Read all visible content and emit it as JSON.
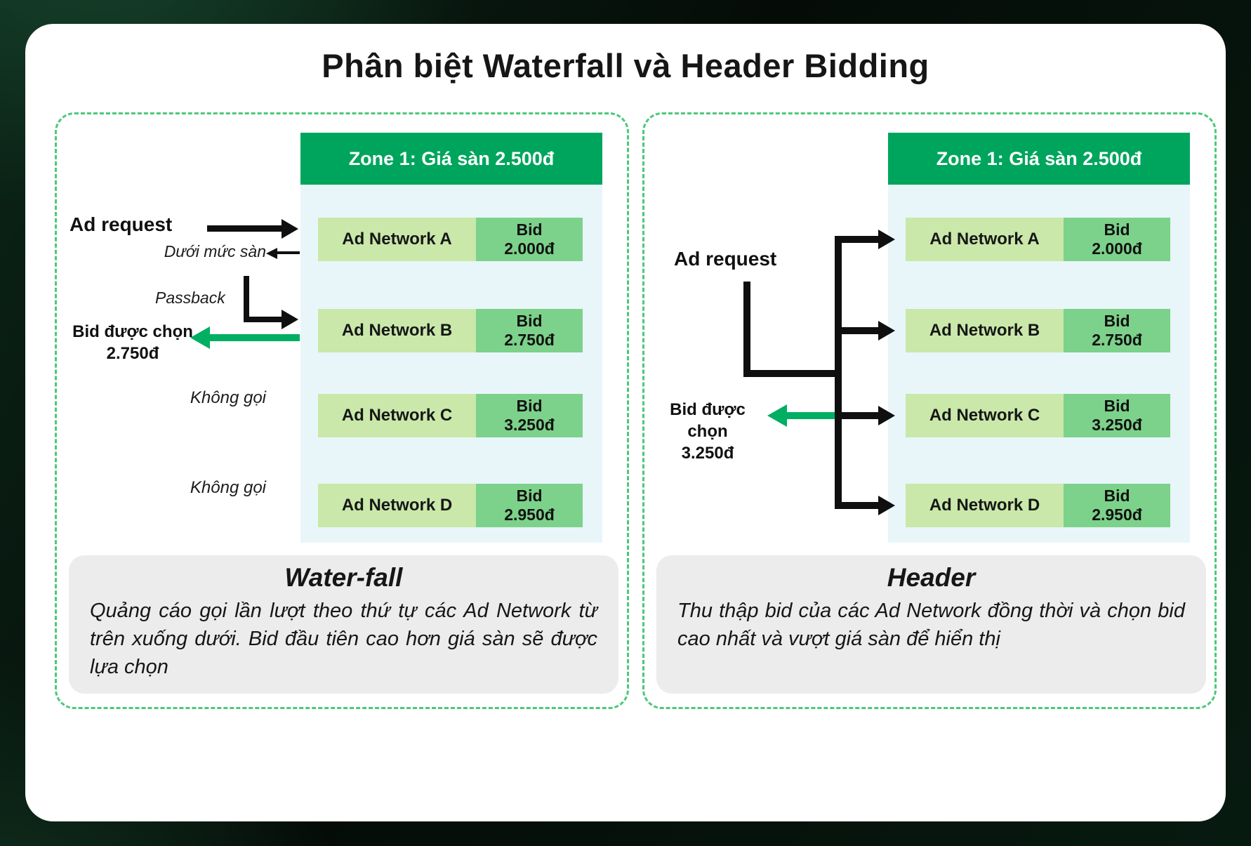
{
  "title": "Phân biệt Waterfall và Header Bidding",
  "zone": {
    "label": "Zone 1: Giá sàn 2.500đ"
  },
  "networks": [
    {
      "name": "Ad Network A",
      "bid_label": "Bid",
      "bid_value": "2.000đ"
    },
    {
      "name": "Ad Network B",
      "bid_label": "Bid",
      "bid_value": "2.750đ"
    },
    {
      "name": "Ad Network C",
      "bid_label": "Bid",
      "bid_value": "3.250đ"
    },
    {
      "name": "Ad Network D",
      "bid_label": "Bid",
      "bid_value": "2.950đ"
    }
  ],
  "waterfall": {
    "ad_request": "Ad request",
    "below_floor": "Dưới mức sàn",
    "passback": "Passback",
    "chosen_label": "Bid được chọn",
    "chosen_value": "2.750đ",
    "not_called_1": "Không gọi",
    "not_called_2": "Không gọi",
    "summary_title": "Water-fall",
    "summary_text": "Quảng cáo gọi lần lượt theo thứ tự các Ad Network từ trên xuống dưới. Bid đầu tiên cao hơn giá sàn sẽ được lựa chọn"
  },
  "header_bidding": {
    "ad_request": "Ad request",
    "chosen_label": "Bid được chọn",
    "chosen_value": "3.250đ",
    "summary_title": "Header",
    "summary_text": "Thu thập bid của các Ad Network đồng thời và chọn bid cao nhất và vượt giá sàn để hiển thị"
  },
  "colors": {
    "zone_header_green": "#00a55d",
    "selected_arrow_green": "#00af62",
    "network_box_green": "#c9e8aa",
    "bid_box_green": "#7cd28a",
    "panel_border_green": "#4bc87a",
    "column_background": "#e8f6f9",
    "summary_background": "#ececec",
    "arrow_black": "#0f0f0f"
  }
}
